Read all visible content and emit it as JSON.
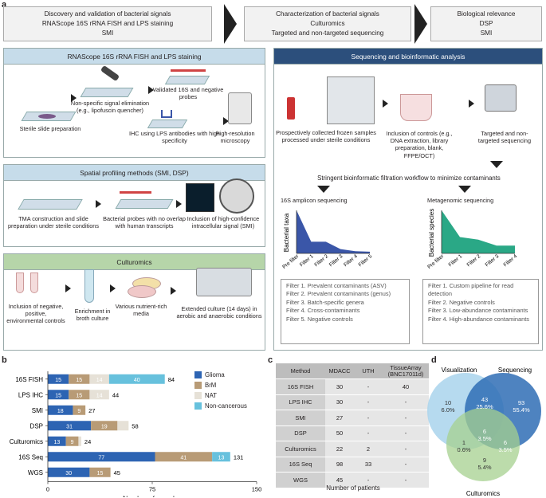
{
  "panel_labels": {
    "a": "a",
    "b": "b",
    "c": "c",
    "d": "d"
  },
  "steps": [
    {
      "lines": [
        "Discovery and validation of bacterial signals",
        "RNAScope 16S rRNA FISH and LPS staining",
        "SMI"
      ]
    },
    {
      "lines": [
        "Characterization of bacterial signals",
        "Culturomics",
        "Targeted and non-targeted sequencing"
      ]
    },
    {
      "lines": [
        "Biological relevance",
        "DSP",
        "SMI"
      ]
    }
  ],
  "rnascope": {
    "title": "RNAScope 16S rRNA FISH and LPS staining",
    "sterile": "Sterile slide preparation",
    "nonspecific": "Non-specific signal elimination (e.g., lipofuscin quencher)",
    "validated": "Validated 16S and negative probes",
    "ihc": "IHC using LPS antibodies with high specificity",
    "microscopy": "High-resolution microscopy"
  },
  "spatial": {
    "title": "Spatial profiling methods (SMI, DSP)",
    "tma": "TMA construction and slide preparation under sterile conditions",
    "probes": "Bacterial probes with no overlap with human transcripts",
    "inclusion": "Inclusion of high-confidence intracellular signal (SMI)"
  },
  "culturomics": {
    "title": "Culturomics",
    "controls": "Inclusion of negative, positive, environmental controls",
    "enrichment": "Enrichment in broth culture",
    "media": "Various nutrient-rich media",
    "extended": "Extended culture (14 days) in aerobic and anaerobic conditions"
  },
  "sequencing": {
    "title": "Sequencing and bioinformatic analysis",
    "frozen": "Prospectively collected frozen samples processed under sterile conditions",
    "controls": "Inclusion of controls (e.g., DNA extraction, library preparation, blank, FFPE/OCT)",
    "targeted": "Targeted and non-targeted sequencing",
    "workflow": "Stringent bioinformatic filtration workflow to minimize contaminants",
    "amplicon": {
      "title": "16S amplicon sequencing",
      "ylabel": "Bacterial taxa",
      "ticks": [
        "Pre filter",
        "Filter 1",
        "Filter 2",
        "Filter 3",
        "Filter 4",
        "Filter 5"
      ],
      "values": [
        100,
        27,
        27,
        10,
        5,
        4
      ],
      "color": "#3a56a8",
      "filters": [
        "Filter 1. Prevalent contaminants (ASV)",
        "Filter 2. Prevalent contaminants (genus)",
        "Filter 3. Batch-specific genera",
        "Filter 4. Cross-contaminants",
        "Filter 5. Negative controls"
      ]
    },
    "metagenomic": {
      "title": "Metagenomic sequencing",
      "ylabel": "Bacterial species",
      "ticks": [
        "Pre filter",
        "Filter 1",
        "Filter 2",
        "Filter 3",
        "Filter 4"
      ],
      "values": [
        100,
        38,
        32,
        18,
        18
      ],
      "color": "#2aa886",
      "filters": [
        "Filter 1. Custom pipeline for read detection",
        "Filter 2. Negative controls",
        "Filter 3. Low-abundance contaminants",
        "Filter 4. High-abundance contaminants"
      ]
    }
  },
  "chart_data": {
    "type": "bar",
    "orientation": "horizontal",
    "stacked": true,
    "categories": [
      "16S FISH",
      "LPS IHC",
      "SMI",
      "DSP",
      "Culturomics",
      "16S Seq",
      "WGS"
    ],
    "series": [
      {
        "name": "Glioma",
        "color": "#2d64b3",
        "values": [
          15,
          15,
          18,
          31,
          13,
          77,
          30
        ]
      },
      {
        "name": "BrM",
        "color": "#b89b76",
        "values": [
          15,
          15,
          9,
          19,
          9,
          41,
          15
        ]
      },
      {
        "name": "NAT",
        "color": "#e6e1d7",
        "values": [
          14,
          14,
          0,
          8,
          2,
          0,
          0
        ]
      },
      {
        "name": "Non-cancerous",
        "color": "#67c1dd",
        "values": [
          40,
          0,
          0,
          0,
          0,
          13,
          0
        ]
      }
    ],
    "totals": [
      84,
      44,
      27,
      58,
      24,
      131,
      45
    ],
    "segment_labels": [
      [
        "15",
        "15",
        "14",
        "40"
      ],
      [
        "15",
        "15",
        "14",
        ""
      ],
      [
        "18",
        "9",
        "",
        ""
      ],
      [
        "31",
        "19",
        "",
        ""
      ],
      [
        "13",
        "9",
        "",
        ""
      ],
      [
        "77",
        "41",
        "",
        "13"
      ],
      [
        "30",
        "15",
        "",
        ""
      ]
    ],
    "xlabel": "Number of samples",
    "xticks": [
      "0",
      "75",
      "150"
    ],
    "xlim": [
      0,
      150
    ]
  },
  "table": {
    "headers": [
      "Method",
      "MDACC",
      "UTH",
      "TissueArray (BNC17011d)"
    ],
    "rows": [
      [
        "16S FISH",
        "30",
        "-",
        "40"
      ],
      [
        "LPS IHC",
        "30",
        "-",
        "-"
      ],
      [
        "SMI",
        "27",
        "-",
        "-"
      ],
      [
        "DSP",
        "50",
        "-",
        "-"
      ],
      [
        "Culturomics",
        "22",
        "2",
        "-"
      ],
      [
        "16S Seq",
        "98",
        "33",
        "-"
      ],
      [
        "WGS",
        "45",
        "-",
        "-"
      ]
    ],
    "xlabel": "Number of patients"
  },
  "venn": {
    "sets": [
      "Visualization",
      "Sequencing",
      "Culturomics"
    ],
    "regions": [
      {
        "n": "10",
        "p": "6.0%"
      },
      {
        "n": "93",
        "p": "55.4%"
      },
      {
        "n": "43",
        "p": "25.6%"
      },
      {
        "n": "6",
        "p": "3.5%"
      },
      {
        "n": "1",
        "p": "0.6%"
      },
      {
        "n": "6",
        "p": "3.5%"
      },
      {
        "n": "9",
        "p": "5.4%"
      }
    ]
  }
}
